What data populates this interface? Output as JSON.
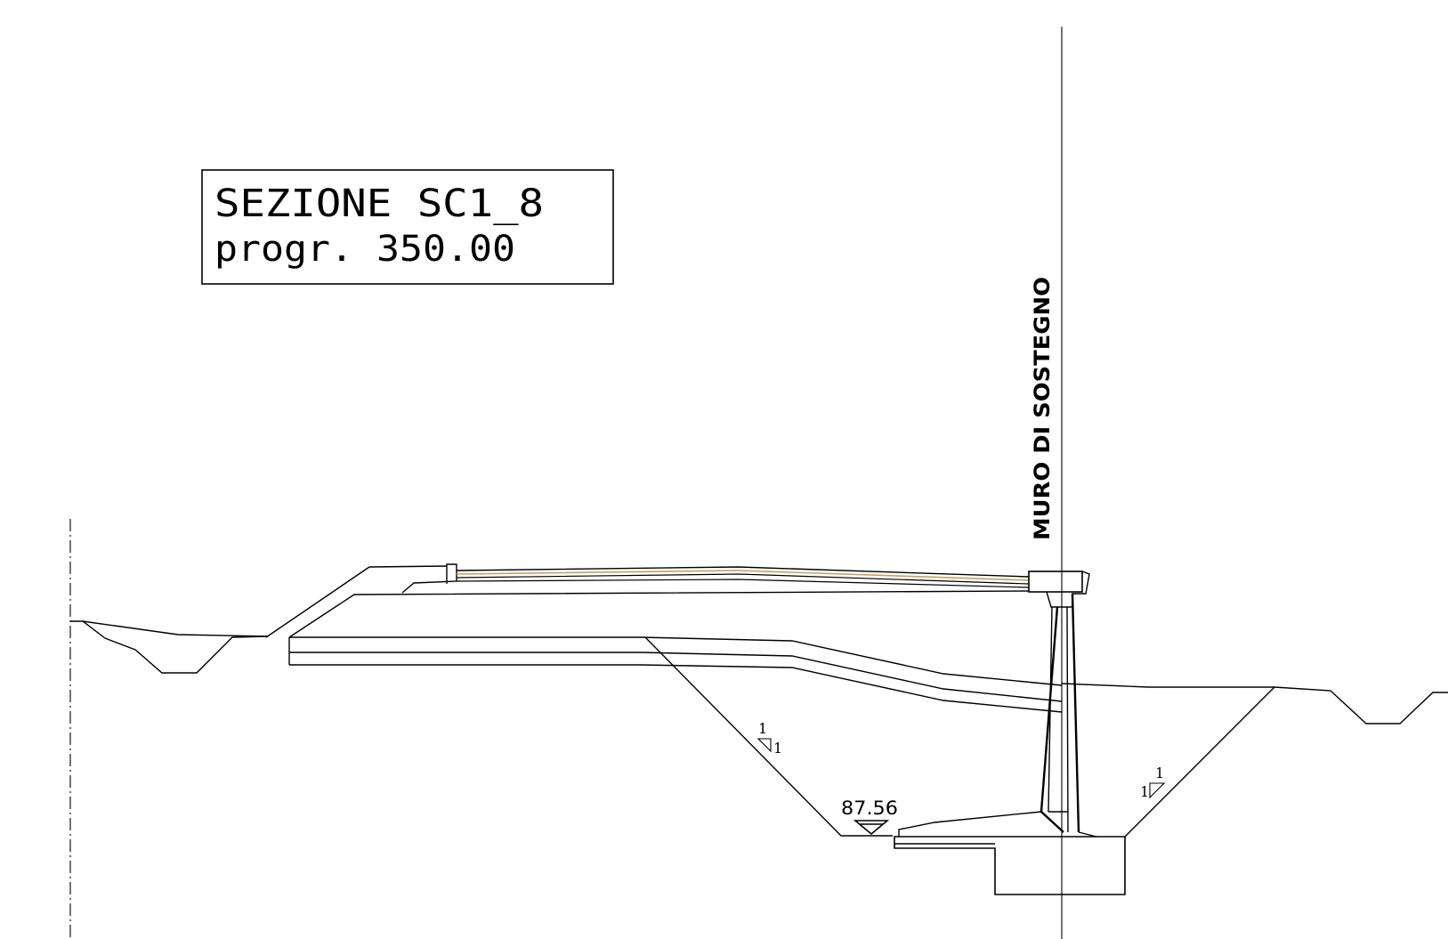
{
  "title_block": {
    "line1": "SEZIONE SC1_8",
    "line2": "progr. 350.00"
  },
  "wall_label": "MURO DI SOSTEGNO",
  "elevation_label": "87.56",
  "slope_left": {
    "rise": "1",
    "run": "1"
  },
  "slope_right": {
    "rise": "1",
    "run": "1"
  },
  "colors": {
    "line": "#000000",
    "pavement_layer": "#c8a060",
    "background": "#ffffff"
  }
}
